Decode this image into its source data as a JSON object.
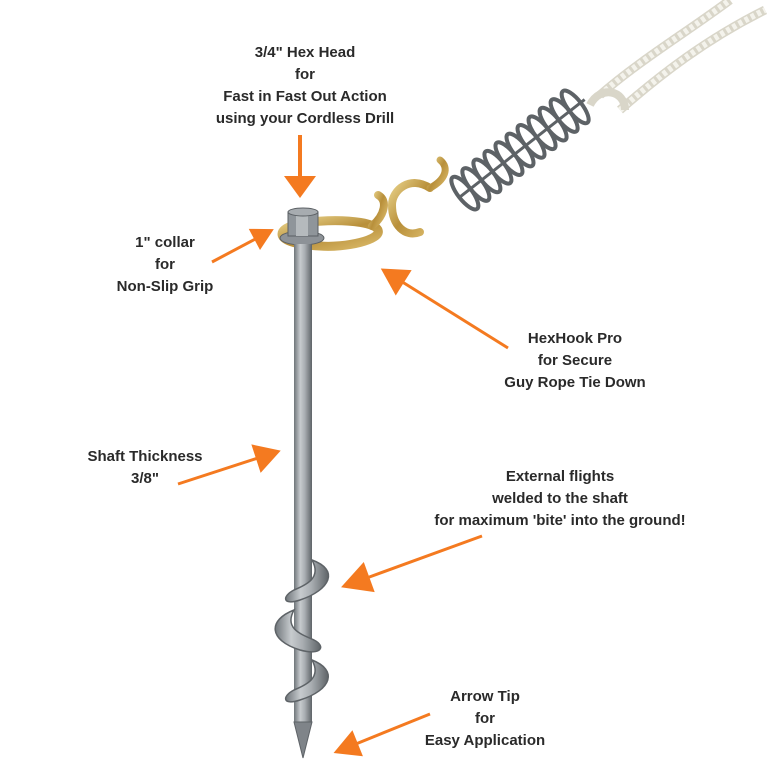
{
  "colors": {
    "arrow": "#f47a20",
    "text": "#2a2a2a",
    "shaft": "#9aa0a5",
    "hook": "#c9a24a",
    "spring": "#666b70",
    "rope": "#efeee6"
  },
  "callouts": {
    "hex_head": [
      "3/4\" Hex Head",
      "for",
      "Fast in Fast Out Action",
      "using your Cordless Drill"
    ],
    "collar": [
      "1\" collar",
      "for",
      "Non-Slip Grip"
    ],
    "hexhook": [
      "HexHook Pro",
      "for Secure",
      "Guy Rope Tie Down"
    ],
    "shaft": [
      "Shaft Thickness",
      "3/8\""
    ],
    "flights": [
      "External flights",
      "welded to the shaft",
      "for maximum 'bite' into the ground!"
    ],
    "tip": [
      "Arrow Tip",
      "for",
      "Easy Application"
    ]
  },
  "icons": {
    "arrows": [
      "arrow-hex-head-icon",
      "arrow-collar-icon",
      "arrow-hexhook-icon",
      "arrow-shaft-icon",
      "arrow-flights-icon",
      "arrow-tip-icon"
    ]
  }
}
